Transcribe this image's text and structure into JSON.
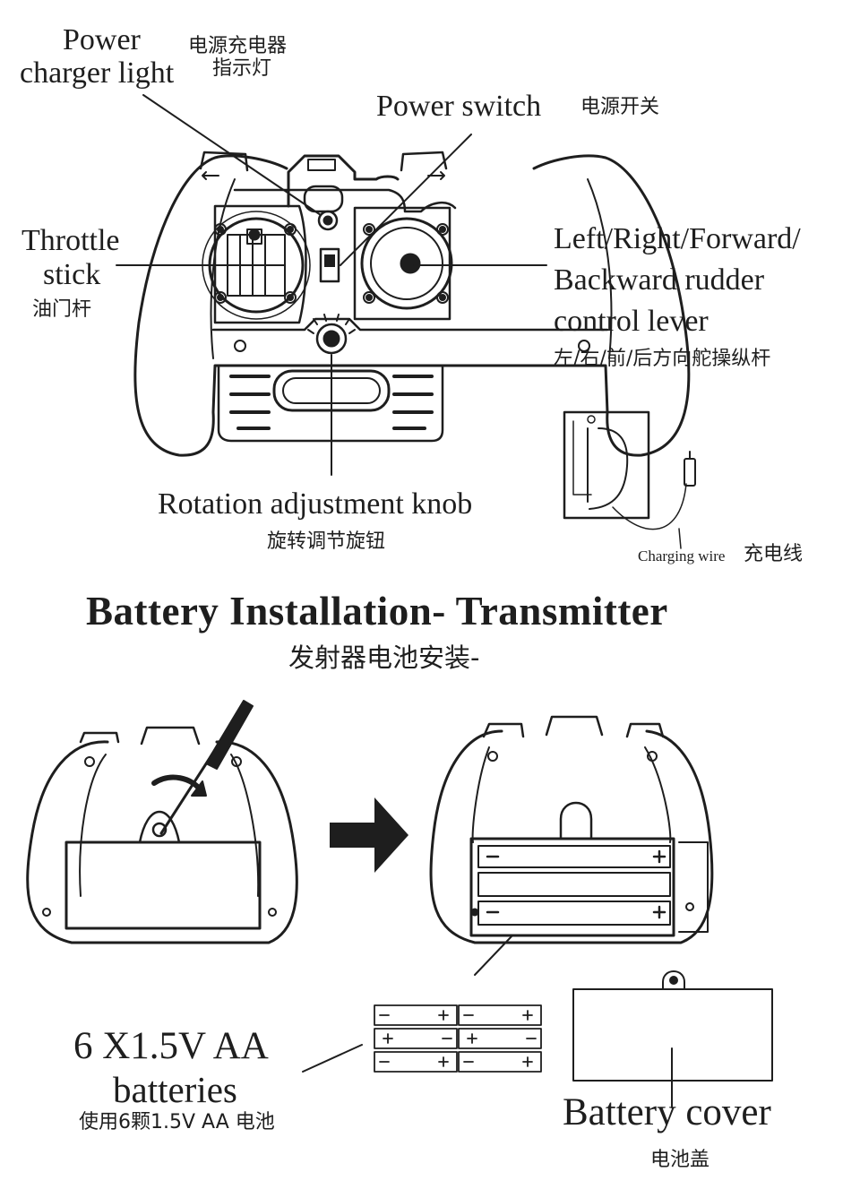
{
  "transmitter_diagram": {
    "power_charger_light": {
      "line1": "Power",
      "line2": "charger light",
      "cn_line1": "电源充电器",
      "cn_line2": "指示灯"
    },
    "power_switch": {
      "en": "Power switch",
      "cn": "电源开关"
    },
    "throttle_stick": {
      "line1": "Throttle",
      "line2": "stick",
      "cn": "油门杆"
    },
    "rudder_lever": {
      "line1": "Left/Right/Forward/",
      "line2": "Backward rudder",
      "line3": "control lever",
      "cn": "左/右/前/后方向舵操纵杆"
    },
    "rotation_knob": {
      "en": "Rotation adjustment knob",
      "cn": "旋转调节旋钮"
    },
    "charging_wire": {
      "en": "Charging wire",
      "cn": "充电线"
    }
  },
  "battery_section": {
    "title": "Battery Installation- Transmitter",
    "title_cn": "发射器电池安装-",
    "batteries": {
      "line1": "6 X1.5V AA",
      "line2": "batteries",
      "cn": "使用6颗1.5V AA 电池"
    },
    "battery_cover": {
      "en": "Battery cover",
      "cn": "电池盖"
    }
  },
  "colors": {
    "ink": "#1e1e1e",
    "paper": "#ffffff"
  }
}
